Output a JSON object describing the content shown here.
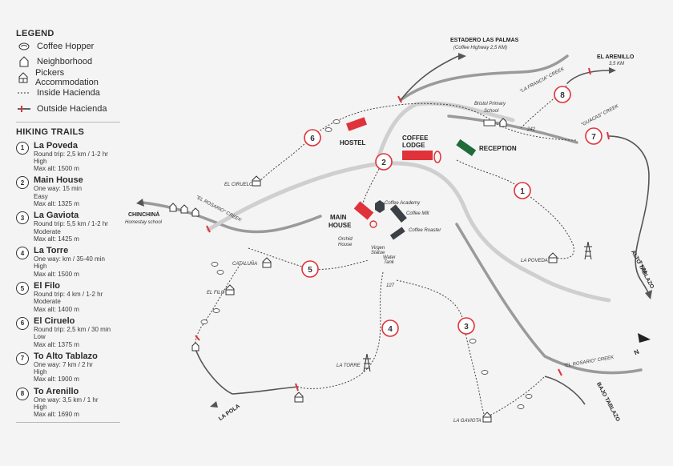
{
  "legend": {
    "title": "LEGEND",
    "items": [
      {
        "icon": "coffee-hopper-icon",
        "label": "Coffee Hopper"
      },
      {
        "icon": "house-icon",
        "label": "Neighborhood"
      },
      {
        "icon": "pickers-house-icon",
        "label": "Pickers Accommodation"
      },
      {
        "icon": "dashed-line-icon",
        "label": "Inside Hacienda"
      },
      {
        "icon": "red-marker-line-icon",
        "label": "Outside Hacienda"
      }
    ]
  },
  "hiking": {
    "title": "HIKING TRAILS",
    "trails": [
      {
        "num": "1",
        "name": "La Poveda",
        "lines": [
          "Round trip: 2,5 km / 1-2 hr",
          "High",
          "Max alt: 1500 m"
        ]
      },
      {
        "num": "2",
        "name": "Main House",
        "lines": [
          "One way: 15 min",
          "Easy",
          "Max alt: 1325 m"
        ]
      },
      {
        "num": "3",
        "name": "La Gaviota",
        "lines": [
          "Round trip: 5,5 km / 1-2 hr",
          "Moderate",
          "Max alt: 1425 m"
        ]
      },
      {
        "num": "4",
        "name": "La Torre",
        "lines": [
          "One way: km / 35-40 min",
          "High",
          "Max alt: 1500 m"
        ]
      },
      {
        "num": "5",
        "name": "El Filo",
        "lines": [
          "Round trip: 4 km / 1-2 hr",
          "Moderate",
          "Max alt: 1400 m"
        ]
      },
      {
        "num": "6",
        "name": "El Ciruelo",
        "lines": [
          "Round trip: 2,5 km / 30 min",
          "Low",
          "Max alt: 1375 m"
        ]
      },
      {
        "num": "7",
        "name": "To Alto Tablazo",
        "lines": [
          "One way: 7 km / 2 hr",
          "High",
          "Max alt: 1900 m"
        ]
      },
      {
        "num": "8",
        "name": "To Arenillo",
        "lines": [
          "One way: 3,5 km / 1 hr",
          "High",
          "Max alt: 1690 m"
        ]
      }
    ]
  },
  "map": {
    "estadero_1": "ESTADERO LAS PALMAS",
    "estadero_2": "(Coffee Highway 2,5 KM)",
    "arenillo_1": "EL ARENILLO",
    "arenillo_2": "3,5 KM",
    "school_1": "Bristol Primary",
    "school_2": "School",
    "la_francia_creek": "\"LA FRANCIA\" CREEK",
    "guacas_creek": "\"GUACAS\" CREEK",
    "rosario_creek_w": "\"EL ROSARIO\" CREEK",
    "rosario_creek_e": "\"EL ROSARIO\" CREEK",
    "hostel": "HOSTEL",
    "coffee_lodge_1": "COFFEE",
    "coffee_lodge_2": "LODGE",
    "reception": "RECEPTION",
    "main_house_1": "MAIN",
    "main_house_2": "HOUSE",
    "coffee_academy": "Coffee Academy",
    "coffee_mill": "Coffee Mill",
    "coffee_roaster": "Coffee Roaster",
    "orchid_1": "Orchid",
    "orchid_2": "House",
    "virgen_1": "Virgen",
    "virgen_2": "Statue",
    "water_1": "Water",
    "water_2": "Tank",
    "el_ciruelo": "EL CIRUELO",
    "chinchina_1": "CHINCHINÁ",
    "chinchina_2": "Homestay school",
    "cataluna": "CATALUÑA",
    "el_filo": "EL FILO",
    "la_poveda": "LA POVEDA",
    "la_torre": "LA TORRE",
    "la_gaviota": "LA GAVIOTA",
    "la_pola": "LA POLA",
    "bajo_tablazo": "BAJO TABLAZO",
    "alto_tablazo_1": "ALTO TABLAZO",
    "alto_tablazo_2": "7 KM",
    "marker_242": "242",
    "marker_127": "127",
    "north": "N"
  },
  "colors": {
    "accent_red": "#e0323a",
    "reception_green": "#1f6b3a",
    "dark_building": "#3b3f46"
  }
}
